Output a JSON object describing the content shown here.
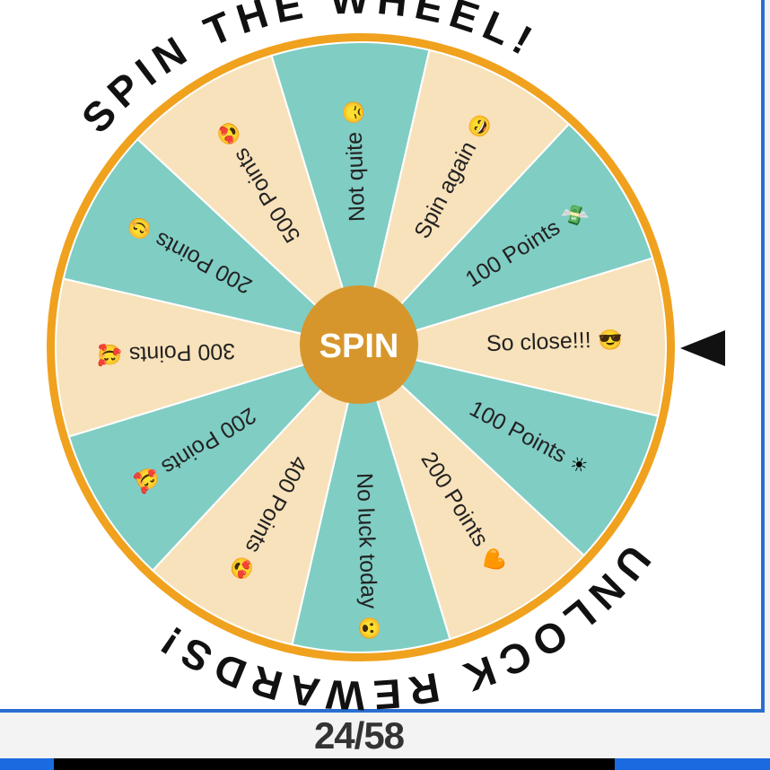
{
  "counter": "24/58",
  "title_top": "SPIN THE WHEEL!",
  "title_bottom": "UNLOCK REWARDS!",
  "spin_button": "SPIN",
  "colors": {
    "teal": "#80cdc4",
    "beige": "#f8e2bb",
    "ring": "#f0a11e",
    "hub": "#d7962c"
  },
  "segments": [
    {
      "label": "So close!!!",
      "emoji": "😎",
      "color": "beige"
    },
    {
      "label": "100 Points",
      "emoji": "☀",
      "color": "teal"
    },
    {
      "label": "200 Points",
      "emoji": "🧡",
      "color": "beige"
    },
    {
      "label": "No luck today",
      "emoji": "😮",
      "color": "teal"
    },
    {
      "label": "400 Points",
      "emoji": "😍",
      "color": "beige"
    },
    {
      "label": "200 Points",
      "emoji": "🥰",
      "color": "teal"
    },
    {
      "label": "300 Points",
      "emoji": "🥰",
      "color": "beige"
    },
    {
      "label": "200 Points",
      "emoji": "😊",
      "color": "teal"
    },
    {
      "label": "500 Points",
      "emoji": "😍",
      "color": "beige"
    },
    {
      "label": "Not quite",
      "emoji": "😞",
      "color": "teal"
    },
    {
      "label": "Spin again",
      "emoji": "😄",
      "color": "beige"
    },
    {
      "label": "100 Points",
      "emoji": "💸",
      "color": "teal"
    }
  ]
}
